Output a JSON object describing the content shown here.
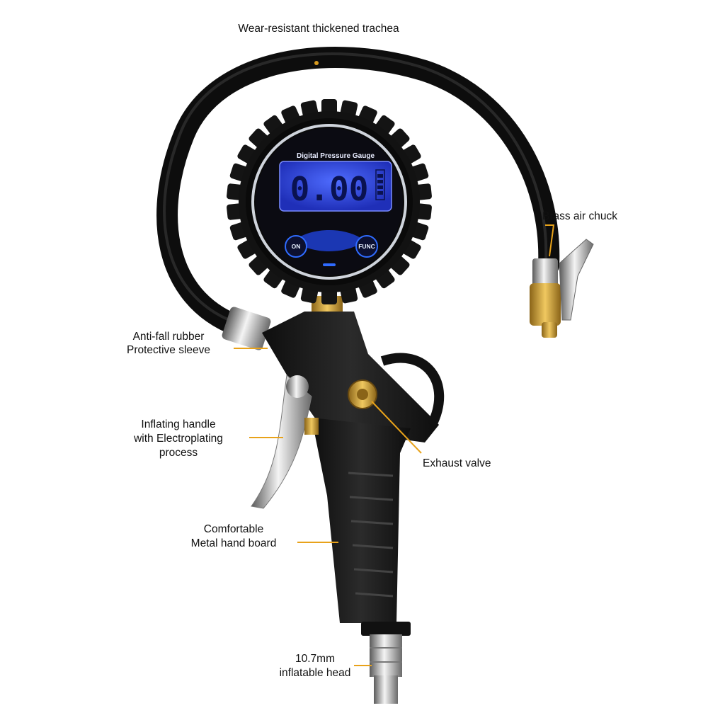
{
  "gauge": {
    "title": "Digital Pressure Gauge",
    "reading": "0.00",
    "buttons": {
      "on": "ON",
      "func": "FUNC"
    }
  },
  "callouts": {
    "hose": "Wear-resistant thickened trachea",
    "chuck": "Brass air chuck",
    "sleeve_line1": "Anti-fall rubber",
    "sleeve_line2": "Protective sleeve",
    "handle_line1": "Inflating handle",
    "handle_line2": "with Electroplating",
    "handle_line3": "process",
    "valve": "Exhaust valve",
    "grip_line1": "Comfortable",
    "grip_line2": "Metal hand board",
    "head_line1": "10.7mm",
    "head_line2": "inflatable head"
  },
  "colors": {
    "accent": "#e8a21a",
    "lcd": "#3a57e8",
    "body": "#1a1a1a",
    "brass": "#c8a03a"
  }
}
